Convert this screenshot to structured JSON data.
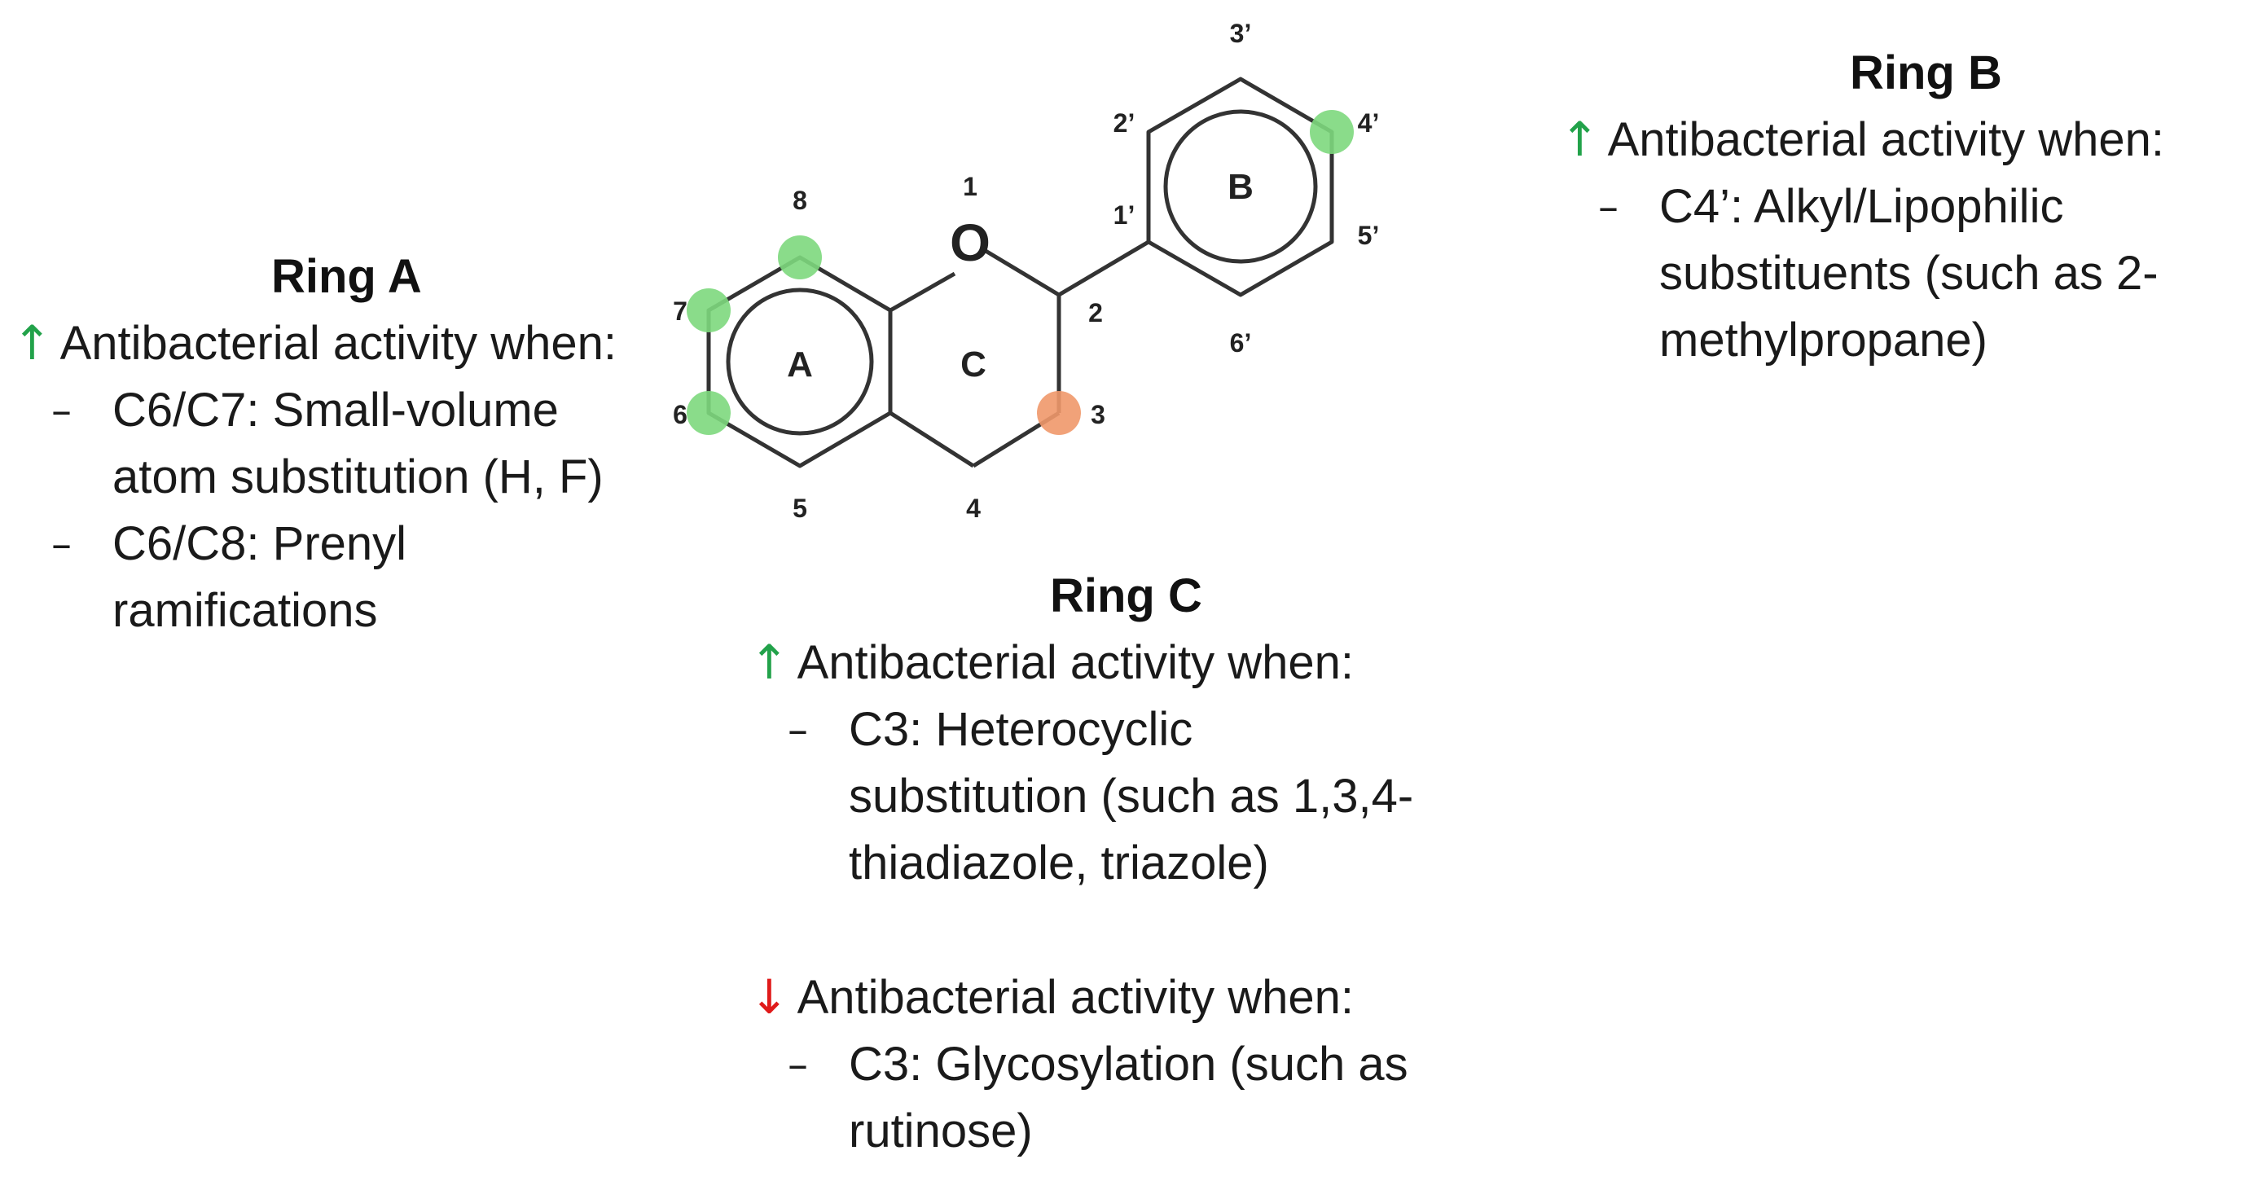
{
  "structure": {
    "atom_labels": {
      "o1": "O",
      "n1": "1",
      "n2": "2",
      "n3": "3",
      "n4": "4",
      "n5": "5",
      "n6": "6",
      "n7": "7",
      "n8": "8",
      "n1p": "1’",
      "n2p": "2’",
      "n3p": "3’",
      "n4p": "4’",
      "n5p": "5’",
      "n6p": "6’"
    },
    "ring_labels": {
      "a": "A",
      "b": "B",
      "c": "C"
    },
    "marker_colors": {
      "increase": "#7dd87d",
      "decrease": "#f0986a"
    }
  },
  "ring_a": {
    "title": "Ring A",
    "heading": "Antibacterial activity when:",
    "items": [
      {
        "line1": "C6/C7: Small-volume",
        "line2": "atom substitution (H, F)"
      },
      {
        "line1": "C6/C8: Prenyl",
        "line2": "ramifications"
      }
    ]
  },
  "ring_b": {
    "title": "Ring B",
    "heading": "Antibacterial activity when:",
    "items": [
      {
        "line1": "C4’: Alkyl/Lipophilic",
        "line2": "substituents (such as 2-",
        "line3": "methylpropane)"
      }
    ]
  },
  "ring_c": {
    "title": "Ring C",
    "increase_heading": "Antibacterial activity when:",
    "increase_items": [
      {
        "line1": "C3: Heterocyclic",
        "line2": "substitution (such as 1,3,4-",
        "line3": "thiadiazole, triazole)"
      }
    ],
    "decrease_heading": "Antibacterial activity when:",
    "decrease_items": [
      {
        "line1": "C3: Glycosylation (such as",
        "line2": "rutinose)"
      }
    ]
  },
  "symbols": {
    "up": "↑",
    "down": "↓",
    "dash": "–"
  }
}
